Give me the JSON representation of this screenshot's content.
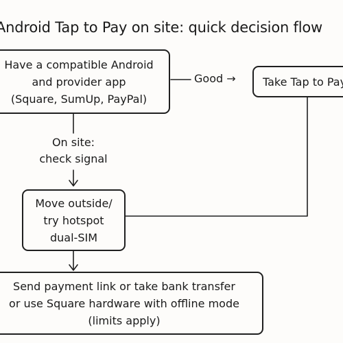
{
  "title": "Android Tap to Pay on site: quick decision flow",
  "nodes": {
    "start": {
      "lines": [
        "Have a compatible Android",
        "and provider app",
        "(Square, SumUp, PayPal)"
      ]
    },
    "take_tap": {
      "lines": [
        "Take Tap to Pay"
      ]
    },
    "move": {
      "lines": [
        "Move outside/",
        "try hotspot",
        "dual-SIM"
      ]
    },
    "fallback": {
      "lines": [
        "Send payment link or take bank transfer",
        "or use Square hardware with offline mode",
        "(limits apply)"
      ]
    }
  },
  "edge_labels": {
    "good": "Good →",
    "on_site": [
      "On site:",
      "check signal"
    ]
  }
}
